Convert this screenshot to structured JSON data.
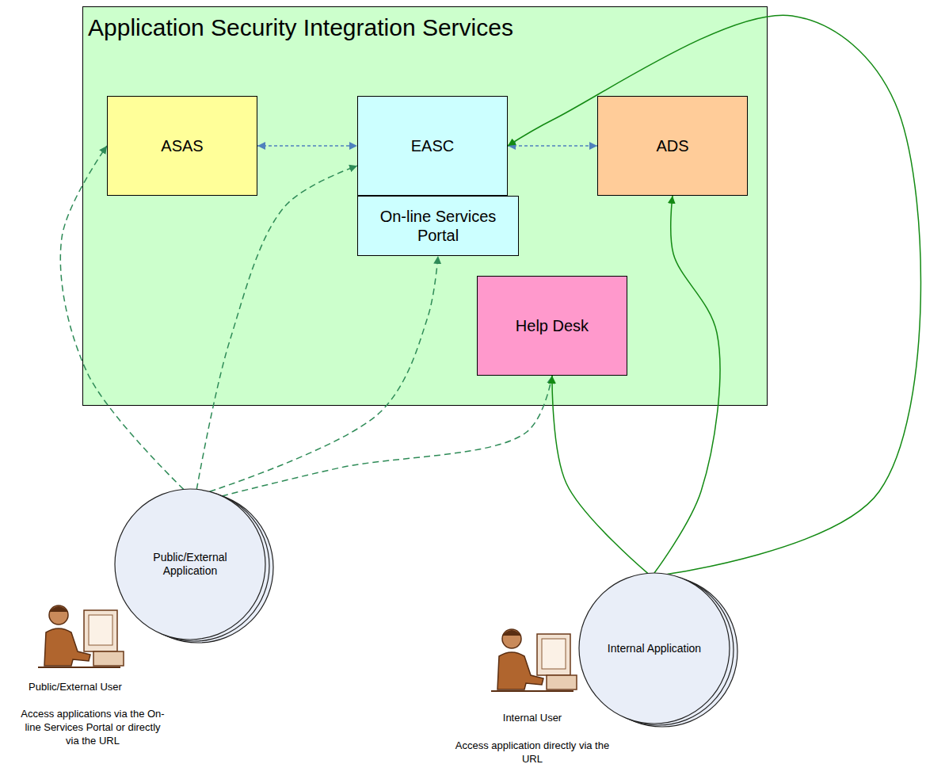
{
  "diagram": {
    "nodes": [
      {
        "text": [
          "Application Security Integration Services"
        ]
      },
      {
        "text": [
          "ASAS"
        ],
        "in": 0
      },
      {
        "text": [
          "EASC"
        ],
        "in": 0
      },
      {
        "text": [
          "On-line Services Portal"
        ],
        "in": 0
      },
      {
        "text": [
          "ADS"
        ],
        "in": 0
      },
      {
        "text": [
          "Help Desk"
        ],
        "in": 0
      },
      {
        "text": [
          "Public/External Application"
        ]
      },
      {
        "text": [
          "Internal Application"
        ]
      }
    ],
    "edges": [
      {
        "from": 1,
        "to": 2,
        "arrow": "both"
      },
      {
        "from": 2,
        "to": 4,
        "arrow": "both"
      },
      {
        "from": 6,
        "to": 1,
        "arrow": "to"
      },
      {
        "from": 6,
        "to": 2,
        "arrow": "to"
      },
      {
        "from": 6,
        "to": 3,
        "arrow": "to"
      },
      {
        "from": 6,
        "to": 5,
        "arrow": "to"
      },
      {
        "from": 7,
        "to": 5,
        "arrow": "to"
      },
      {
        "from": 7,
        "to": 4,
        "arrow": "to"
      },
      {
        "from": 7,
        "to": 2,
        "arrow": "to"
      }
    ],
    "labels": [
      "Public/External User",
      "Access applications via the On-line Services Portal or directly via the URL",
      "Internal User",
      "Access application directly via the URL"
    ]
  }
}
